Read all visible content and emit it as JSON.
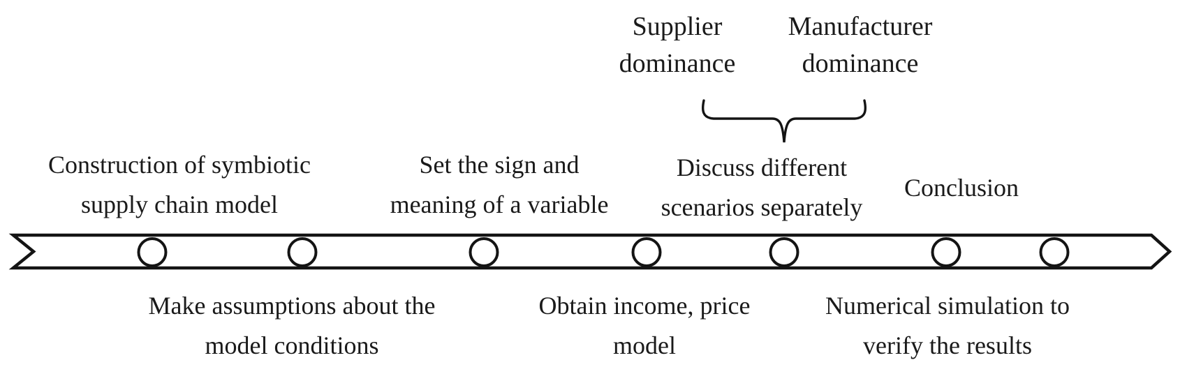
{
  "colors": {
    "ink": "#141414",
    "background": "#ffffff"
  },
  "branch_labels": {
    "supplier": {
      "line1": "Supplier",
      "line2": "dominance"
    },
    "manufacturer": {
      "line1": "Manufacturer",
      "line2": "dominance"
    }
  },
  "steps_above": {
    "construction": {
      "line1": "Construction of symbiotic",
      "line2": "supply chain model"
    },
    "variable": {
      "line1": "Set the sign and",
      "line2": "meaning of a variable"
    },
    "scenarios": {
      "line1": "Discuss different",
      "line2": "scenarios separately"
    },
    "conclusion": {
      "line1": "Conclusion"
    }
  },
  "steps_below": {
    "assumptions": {
      "line1": "Make assumptions about the",
      "line2": "model conditions"
    },
    "income": {
      "line1": "Obtain income, price",
      "line2": "model"
    },
    "simulation": {
      "line1": "Numerical simulation to",
      "line2": "verify the results"
    }
  },
  "timeline": {
    "marker_count": 7,
    "direction": "left-to-right"
  }
}
